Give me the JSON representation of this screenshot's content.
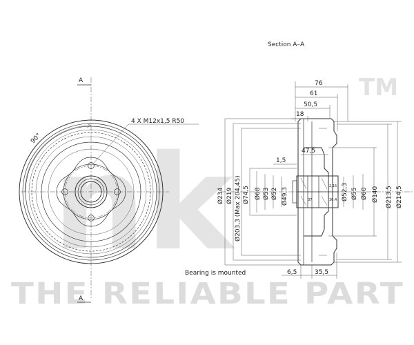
{
  "watermark": {
    "logo": "nk",
    "trademark": "TM",
    "tagline": "THE RELIABLE PART"
  },
  "section_title": "Section A–A",
  "section_marker": "A",
  "front_view": {
    "angle_label": "90°",
    "bolt_note": "4 X M12x1,5  R50"
  },
  "note": "Bearing is mounted",
  "dimensions": {
    "d76": "76",
    "d61": "61",
    "d50_5": "50,5",
    "d18": "18",
    "d47_5": "47,5",
    "d1_5": "1,5",
    "d6_5": "6,5",
    "d35_5": "35,5",
    "v234": "Ø234",
    "v219": "Ø219",
    "v203_3": "Ø203,3 (Max 204,45)",
    "v74_5": "Ø74,5",
    "v68": "Ø68",
    "v53": "Ø53",
    "v52": "Ø52",
    "v49_3": "Ø49,3",
    "v52_3": "Ø52,3",
    "v55": "Ø55",
    "v60": "Ø60",
    "v140": "Ø140",
    "v213_5": "Ø213,5",
    "v214_5": "Ø214,5",
    "h2_15": "2,15",
    "h37": "37",
    "h30_4": "30,4"
  }
}
